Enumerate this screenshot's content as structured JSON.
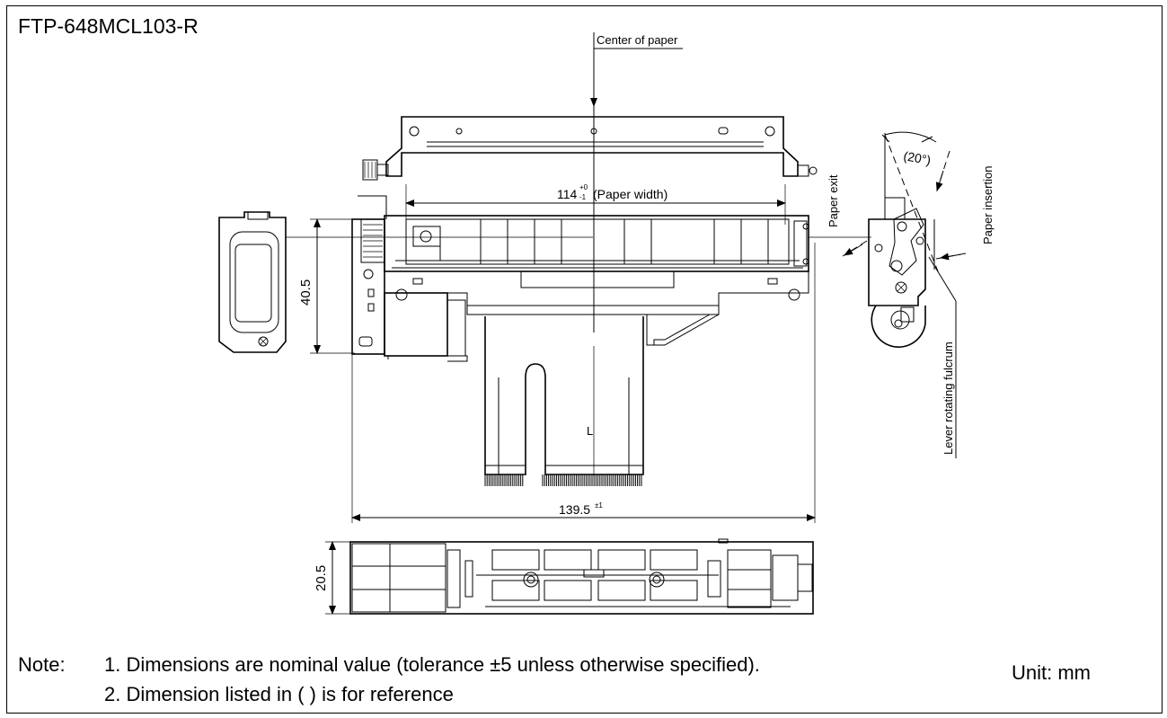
{
  "title": "FTP-648MCL103-R",
  "labels": {
    "center_of_paper": "Center of paper",
    "paper_width_value": "114",
    "paper_width_tol_upper": "+0",
    "paper_width_tol_lower": "-1",
    "paper_width_text": "(Paper width)",
    "height_front": "40.5",
    "length_total": "139.5",
    "length_tol": "±1",
    "height_bottom": "20.5",
    "mark_L": "L",
    "angle": "(20°)",
    "paper_exit": "Paper exit",
    "paper_insertion": "Paper insertion",
    "lever_fulcrum": "Lever rotating fulcrum"
  },
  "notes": {
    "label": "Note:",
    "items": [
      "1. Dimensions are nominal value (tolerance ±5 unless otherwise specified).",
      "2. Dimension listed in ( ) is for reference"
    ]
  },
  "unit": "Unit: mm"
}
